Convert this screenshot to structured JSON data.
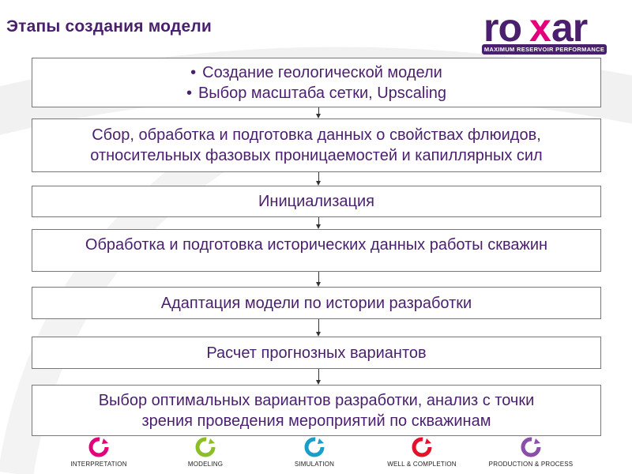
{
  "slide": {
    "title": "Этапы создания модели"
  },
  "logo": {
    "wordmark": "roxar",
    "tagline": "MAXIMUM RESERVOIR PERFORMANCE"
  },
  "boxes": [
    {
      "lines": [
        "Создание геологической модели",
        "Выбор масштаба сетки, Upscaling"
      ],
      "bulleted": true
    },
    {
      "lines": [
        "Сбор, обработка и подготовка данных о свойствах флюидов,",
        "относительных фазовых проницаемостей и капиллярных сил"
      ]
    },
    {
      "lines": [
        "Инициализация"
      ]
    },
    {
      "lines": [
        "Обработка и подготовка исторических данных работы скважин"
      ]
    },
    {
      "lines": [
        "Адаптация модели по истории разработки"
      ]
    },
    {
      "lines": [
        "Расчет прогнозных вариантов"
      ]
    },
    {
      "lines": [
        "Выбор оптимальных вариантов разработки, анализ с точки",
        "зрения проведения мероприятий по скважинам"
      ]
    }
  ],
  "footer": [
    {
      "label": "INTERPRETATION",
      "color": "#e4007a",
      "icon": "interpretation-cycle-icon"
    },
    {
      "label": "MODELING",
      "color": "#8cbf26",
      "icon": "modeling-cycle-icon"
    },
    {
      "label": "SIMULATION",
      "color": "#1a9dc8",
      "icon": "simulation-cycle-icon"
    },
    {
      "label": "WELL & COMPLETION",
      "color": "#e3122b",
      "icon": "well-completion-cycle-icon"
    },
    {
      "label": "PRODUCTION & PROCESS",
      "color": "#8a4fa8",
      "icon": "production-process-cycle-icon"
    }
  ]
}
